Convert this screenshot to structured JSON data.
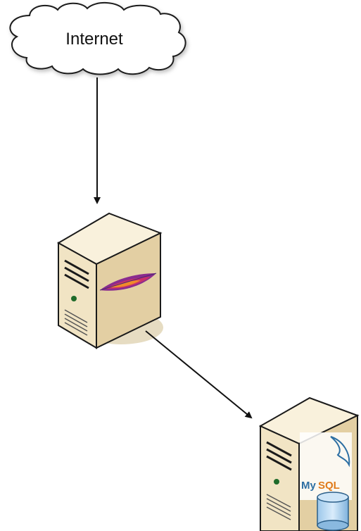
{
  "diagram": {
    "nodes": [
      {
        "id": "internet",
        "type": "cloud",
        "label": "Internet"
      },
      {
        "id": "web-server",
        "type": "server",
        "icon": "apache-feather-icon"
      },
      {
        "id": "db-server",
        "type": "server",
        "icon": "mysql-logo-icon",
        "logo_text": {
          "my": "My",
          "sql": "SQL"
        }
      }
    ],
    "edges": [
      {
        "from": "internet",
        "to": "web-server"
      },
      {
        "from": "web-server",
        "to": "db-server"
      }
    ]
  },
  "colors": {
    "server_front": "#f1e4c4",
    "server_side": "#e3cfa3",
    "server_top": "#f9f1dc",
    "outline": "#1a1a1a",
    "shadow": "#e6dcc2",
    "status_led": "#1f6b2a",
    "arrow": "#111111",
    "cloud_fill": "#ffffff",
    "mysql_blue": "#2d6fa3",
    "mysql_orange": "#e07b1a"
  }
}
